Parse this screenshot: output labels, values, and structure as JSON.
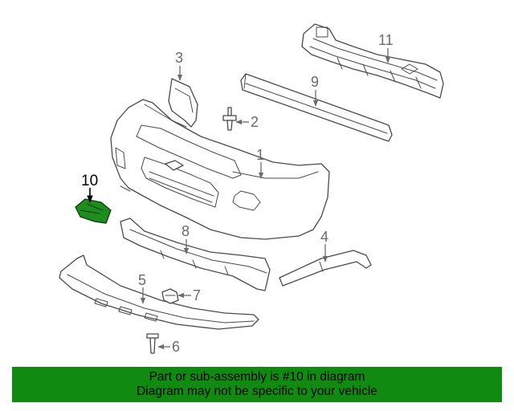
{
  "diagram": {
    "callouts": [
      {
        "id": "1",
        "label": "1"
      },
      {
        "id": "2",
        "label": "2"
      },
      {
        "id": "3",
        "label": "3"
      },
      {
        "id": "4",
        "label": "4"
      },
      {
        "id": "5",
        "label": "5"
      },
      {
        "id": "6",
        "label": "6"
      },
      {
        "id": "7",
        "label": "7"
      },
      {
        "id": "8",
        "label": "8"
      },
      {
        "id": "9",
        "label": "9"
      },
      {
        "id": "10",
        "label": "10"
      },
      {
        "id": "11",
        "label": "11"
      }
    ],
    "highlighted_callout": "10",
    "highlight_color": "#1e8c1e"
  },
  "banner": {
    "line1": "Part or sub-assembly is #10 in diagram",
    "line2": "Diagram may not be specific to your vehicle",
    "background_color": "#118a11"
  }
}
